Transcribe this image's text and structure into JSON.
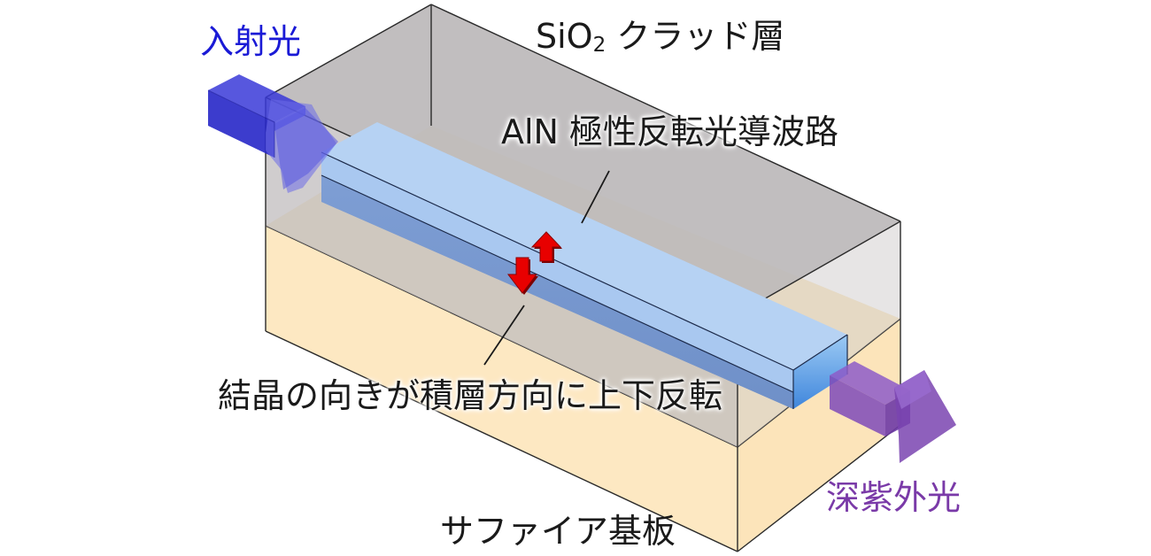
{
  "labels": {
    "incident_light": "入射光",
    "cladding_prefix": "SiO",
    "cladding_subscript": "2",
    "cladding_suffix": " クラッド層",
    "waveguide": "AlN 極性反転光導波路",
    "crystal_orientation": "結晶の向きが積層方向に上下反転",
    "deep_uv_light": "深紫外光",
    "substrate": "サファイア基板"
  },
  "colors": {
    "incident_light": "#1a1ad6",
    "deep_uv_light": "#7a3aa8",
    "substrate": "#fbe9c4",
    "cladding": "#bdbabb",
    "waveguide_top": "#b6d2f3",
    "waveguide_side": "#86a6d6",
    "waveguide_end": "#7fb6ee",
    "polarity_arrow": "#e80000"
  }
}
